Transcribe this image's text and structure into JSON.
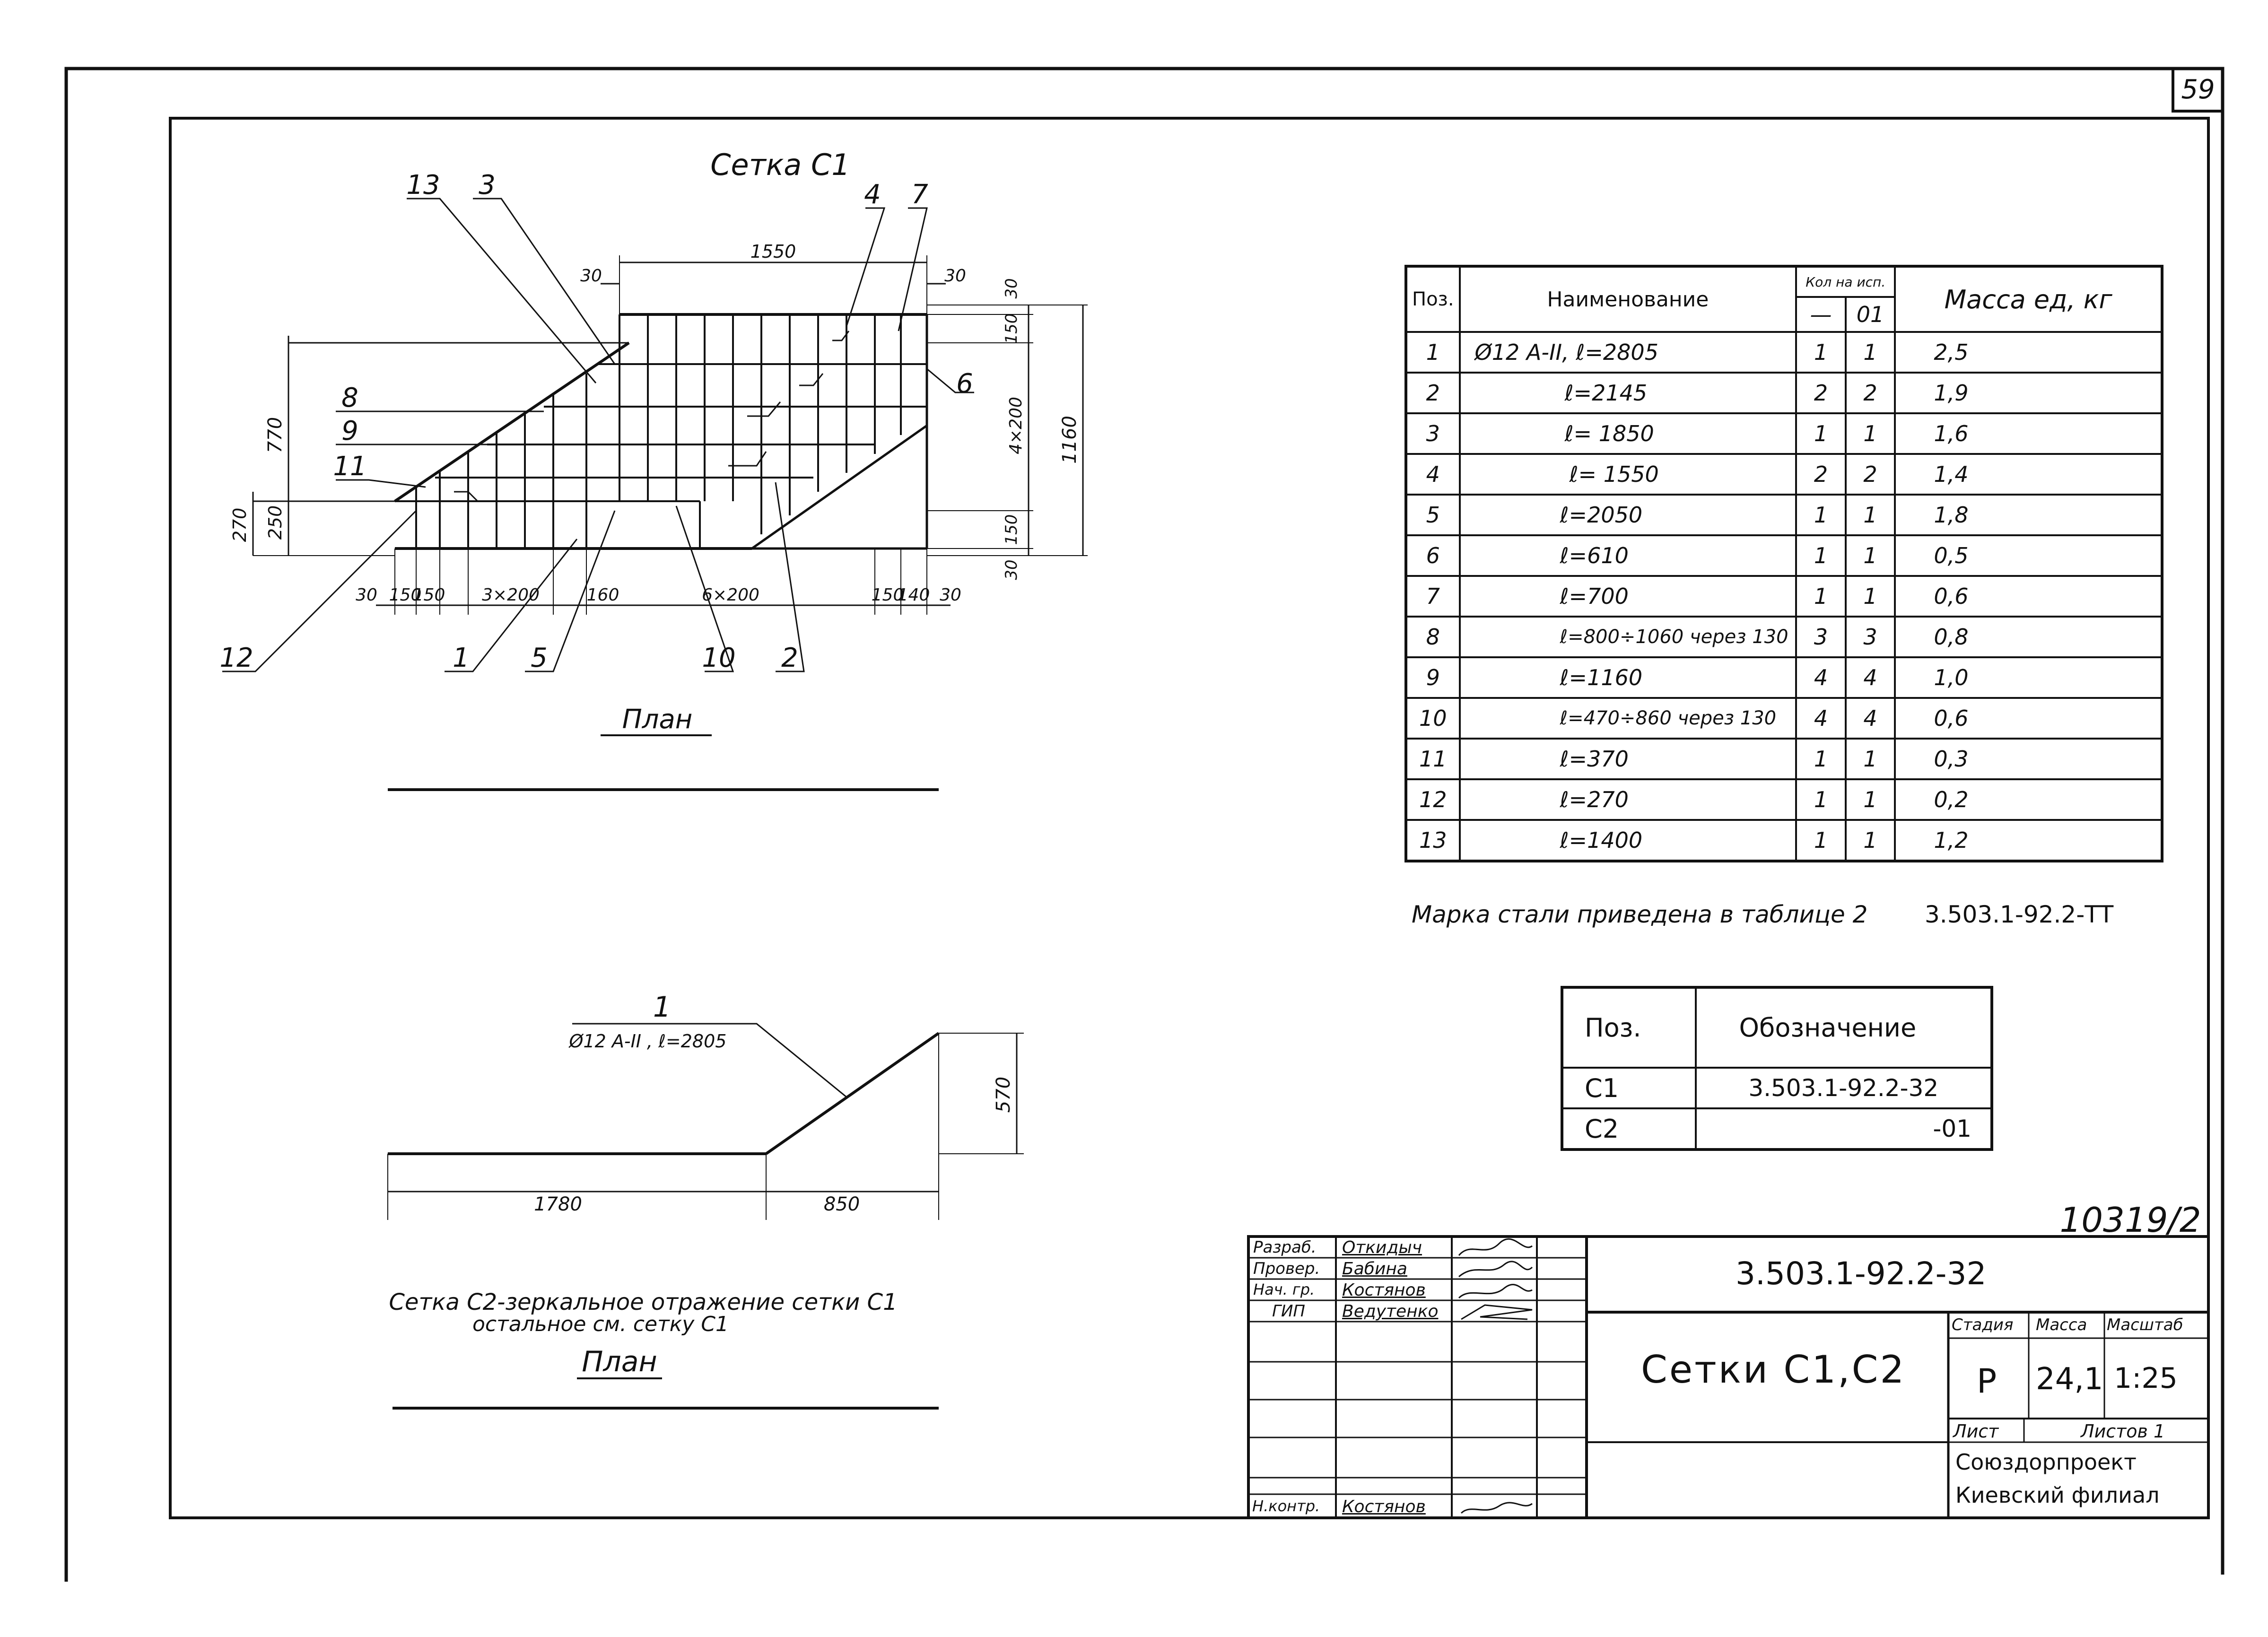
{
  "sheet_number": "59",
  "archive_number": "10319/2",
  "drawing1": {
    "title": "Сетка С1",
    "dims": {
      "top_len": "1550",
      "top_30_left": "30",
      "top_30_right": "30",
      "right_30_top": "30",
      "right_150_top": "150",
      "right_4x200": "4×200",
      "right_150_bot": "150",
      "right_30_bot": "30",
      "right_total": "1160",
      "left_770": "770",
      "left_270": "270",
      "left_250": "250",
      "bottom_segments": [
        "30",
        "150",
        "150",
        "3×200",
        "160",
        "6×200",
        "150",
        "140",
        "30"
      ]
    },
    "callouts": [
      "13",
      "3",
      "4",
      "7",
      "6",
      "8",
      "9",
      "11",
      "12",
      "1",
      "5",
      "10",
      "2"
    ],
    "view_label": "План"
  },
  "drawing2": {
    "callout": "1",
    "bar_label": "Ø12 А-II , ℓ=2805",
    "dims": {
      "horizontal": "1780",
      "slope_run": "850",
      "rise": "570"
    },
    "note_line1": "Сетка С2-зеркальное отражение сетки С1",
    "note_line2": "остальное см. сетку С1",
    "view_label": "План"
  },
  "spec_table": {
    "headers": {
      "pos": "Поз.",
      "name": "Наименование",
      "qty": "Кол на исп.",
      "qty_a": "—",
      "qty_b": "01",
      "mass": "Масса ед, кг"
    },
    "rows": [
      {
        "pos": "1",
        "name": "Ø12 А-II, ℓ=2805",
        "q1": "1",
        "q2": "1",
        "mass": "2,5"
      },
      {
        "pos": "2",
        "name": "ℓ=2145",
        "q1": "2",
        "q2": "2",
        "mass": "1,9"
      },
      {
        "pos": "3",
        "name": "ℓ= 1850",
        "q1": "1",
        "q2": "1",
        "mass": "1,6"
      },
      {
        "pos": "4",
        "name": "ℓ= 1550",
        "q1": "2",
        "q2": "2",
        "mass": "1,4"
      },
      {
        "pos": "5",
        "name": "ℓ=2050",
        "q1": "1",
        "q2": "1",
        "mass": "1,8"
      },
      {
        "pos": "6",
        "name": "ℓ=610",
        "q1": "1",
        "q2": "1",
        "mass": "0,5"
      },
      {
        "pos": "7",
        "name": "ℓ=700",
        "q1": "1",
        "q2": "1",
        "mass": "0,6"
      },
      {
        "pos": "8",
        "name": "ℓ=800÷1060 через 130",
        "q1": "3",
        "q2": "3",
        "mass": "0,8"
      },
      {
        "pos": "9",
        "name": "ℓ=1160",
        "q1": "4",
        "q2": "4",
        "mass": "1,0"
      },
      {
        "pos": "10",
        "name": "ℓ=470÷860 через 130",
        "q1": "4",
        "q2": "4",
        "mass": "0,6"
      },
      {
        "pos": "11",
        "name": "ℓ=370",
        "q1": "1",
        "q2": "1",
        "mass": "0,3"
      },
      {
        "pos": "12",
        "name": "ℓ=270",
        "q1": "1",
        "q2": "1",
        "mass": "0,2"
      },
      {
        "pos": "13",
        "name": "ℓ=1400",
        "q1": "1",
        "q2": "1",
        "mass": "1,2"
      }
    ],
    "footnote": "Марка стали приведена в таблице 2",
    "footnote_ref": "3.503.1-92.2-ТТ"
  },
  "designation_table": {
    "headers": {
      "pos": "Поз.",
      "designation": "Обозначение"
    },
    "rows": [
      {
        "pos": "С1",
        "designation": "3.503.1-92.2-32"
      },
      {
        "pos": "С2",
        "designation": "-01"
      }
    ]
  },
  "title_block": {
    "roles": [
      {
        "role": "Разраб.",
        "name": "Откидыч"
      },
      {
        "role": "Провер.",
        "name": "Бабина"
      },
      {
        "role": "Нач. гр.",
        "name": "Костянов"
      },
      {
        "role": "ГИП",
        "name": "Ведутенко"
      },
      {
        "role": "Н.контр.",
        "name": "Костянов"
      }
    ],
    "code": "3.503.1-92.2-32",
    "title": "Сетки С1,С2",
    "stage_label": "Стадия",
    "mass_label": "Масса",
    "scale_label": "Масштаб",
    "stage": "Р",
    "mass": "24,1",
    "scale": "1:25",
    "sheet_label": "Лист",
    "sheets_label": "Листов 1",
    "org_line1": "Союздорпроект",
    "org_line2": "Киевский филиал"
  }
}
